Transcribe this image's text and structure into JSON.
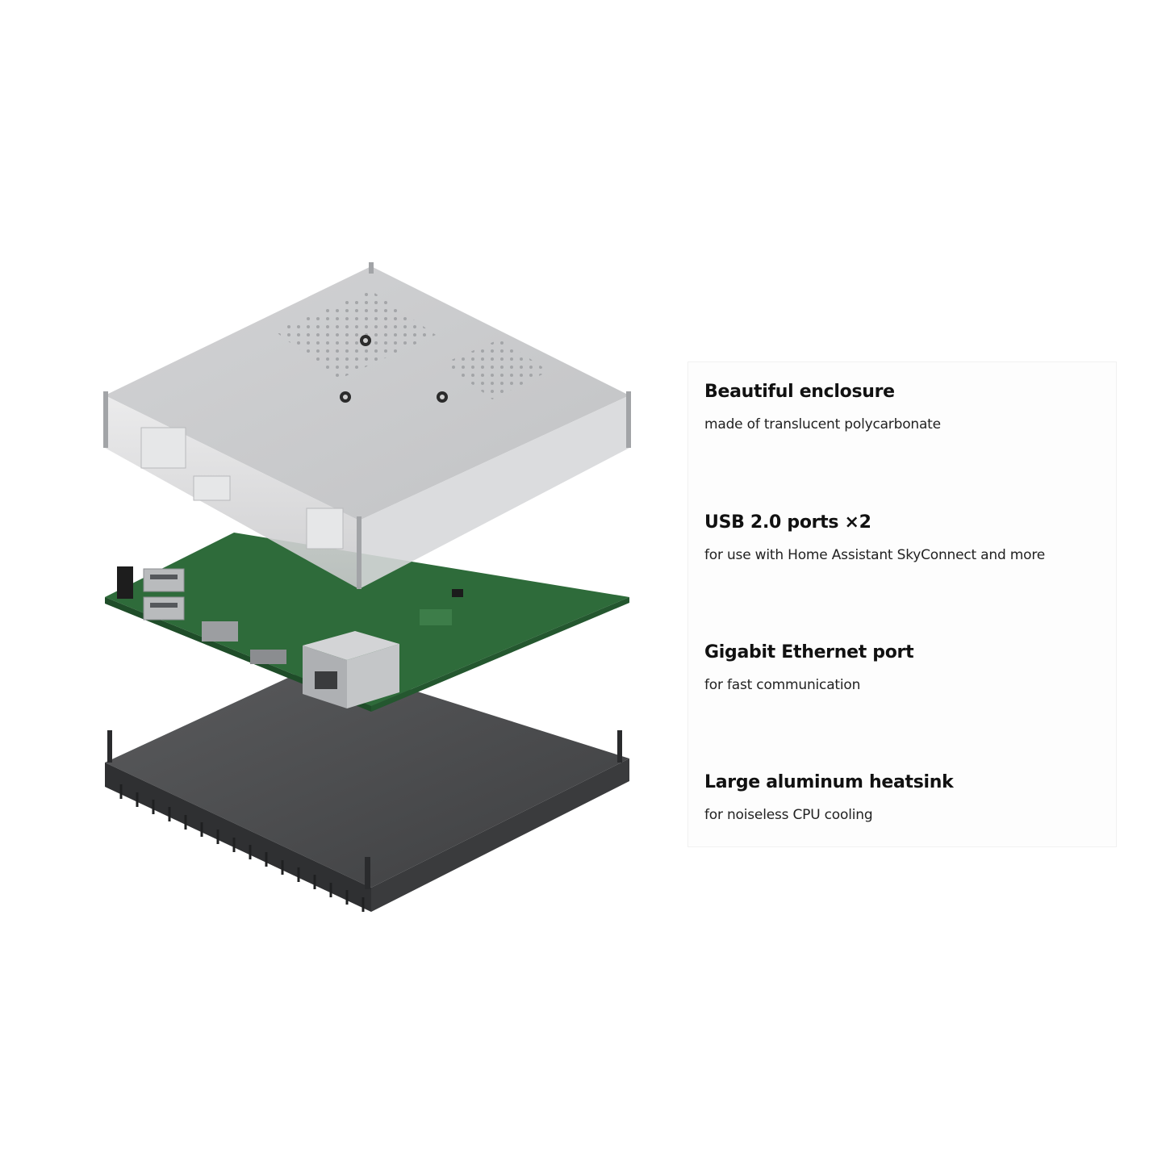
{
  "features": [
    {
      "title": "Beautiful enclosure",
      "description": "made of translucent polycarbonate"
    },
    {
      "title": "USB 2.0 ports ×2",
      "description": "for use with Home Assistant SkyConnect and more"
    },
    {
      "title": "Gigabit Ethernet port",
      "description": "for fast communication"
    },
    {
      "title": "Large aluminum heatsink",
      "description": "for noiseless CPU cooling"
    }
  ],
  "colors": {
    "enclosure": "#d9dadb",
    "pcb": "#2e6b3a",
    "heatsink": "#4a4b4d",
    "text": "#111111"
  },
  "icons": [
    "enclosure-illustration",
    "circuit-board-illustration",
    "heatsink-illustration"
  ]
}
